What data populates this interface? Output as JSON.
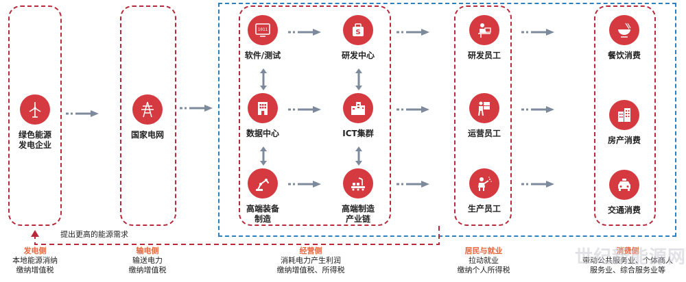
{
  "nodes": {
    "green_energy": "绿色能源\n发电企业",
    "state_grid": "国家电网",
    "software_testing": "软件/测试",
    "rd_center": "研发中心",
    "data_center": "数据中心",
    "ict_cluster": "ICT集群",
    "high_end_equipment": "高端装备\n制造",
    "high_end_chain": "高端制造\n产业链",
    "rd_staff": "研发员工",
    "ops_staff": "运营员工",
    "prod_staff": "生产员工",
    "food_consumption": "餐饮消费",
    "housing_consumption": "房产消费",
    "transport_consumption": "交通消费"
  },
  "demand_label": "提出更高的能源需求",
  "bottom": {
    "generation": {
      "title": "发电侧",
      "lines": [
        "本地能源消纳",
        "缴纳增值税"
      ]
    },
    "transmission": {
      "title": "输电侧",
      "lines": [
        "输送电力",
        "缴纳增值税"
      ]
    },
    "operation": {
      "title": "经营侧",
      "lines": [
        "消耗电力产生利润",
        "缴纳增值税、所得税"
      ]
    },
    "residents": {
      "title": "居民与就业",
      "lines": [
        "拉动就业",
        "缴纳个人所得税"
      ]
    },
    "consumption": {
      "title": "消费侧",
      "lines": [
        "带动公共服务业、个体商人",
        "服务业、综合服务业等"
      ]
    }
  },
  "watermark": "世纪新能源网",
  "colors": {
    "accent_red": "#d63a41",
    "frame_red": "#b8273a",
    "frame_blue": "#2a7fbf",
    "arrow_gray": "#7d8a9c",
    "title_orange": "#e8663c"
  },
  "icons": {
    "green_energy": "wind-turbine-icon",
    "state_grid": "power-tower-icon",
    "software_testing": "binary-screen-icon",
    "rd_center": "money-bag-icon",
    "data_center": "building-icon",
    "ict_cluster": "building-cluster-icon",
    "high_end_equipment": "robot-arm-icon",
    "high_end_chain": "assembly-line-icon",
    "rd_staff": "developer-icon",
    "ops_staff": "worker-boxes-icon",
    "prod_staff": "welder-icon",
    "food_consumption": "bowl-icon",
    "housing_consumption": "buildings-icon",
    "transport_consumption": "taxi-icon"
  }
}
